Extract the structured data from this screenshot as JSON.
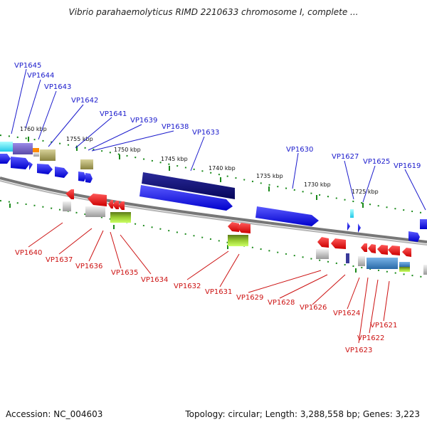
{
  "title": "Vibrio parahaemolyticus RIMD 2210633 chromosome I, complete ...",
  "footer": {
    "accession": "Accession: NC_004603",
    "summary": "Topology: circular; Length: 3,288,558 bp; Genes: 3,223"
  },
  "scale_labels": [
    "1760 kbp",
    "1755 kbp",
    "1750 kbp",
    "1745 kbp",
    "1740 kbp",
    "1735 kbp",
    "1730 kbp",
    "1725 kbp"
  ],
  "top_genes": [
    "VP1645",
    "VP1644",
    "VP1643",
    "VP1642",
    "VP1641",
    "VP1639",
    "VP1638",
    "VP1633",
    "VP1630",
    "VP1627",
    "VP1625",
    "VP1619"
  ],
  "bottom_genes": [
    "VP1640",
    "VP1637",
    "VP1636",
    "VP1635",
    "VP1634",
    "VP1632",
    "VP1631",
    "VP1629",
    "VP1628",
    "VP1626",
    "VP1624",
    "VP1623",
    "VP1622",
    "VP1621"
  ],
  "colors": {
    "forward_strand": "#1010ee",
    "reverse_strand": "#ee1111",
    "backbone": "#888888",
    "tick": "#1a8a1a",
    "top_label": "#1a1acc",
    "bottom_label": "#cc1111"
  }
}
